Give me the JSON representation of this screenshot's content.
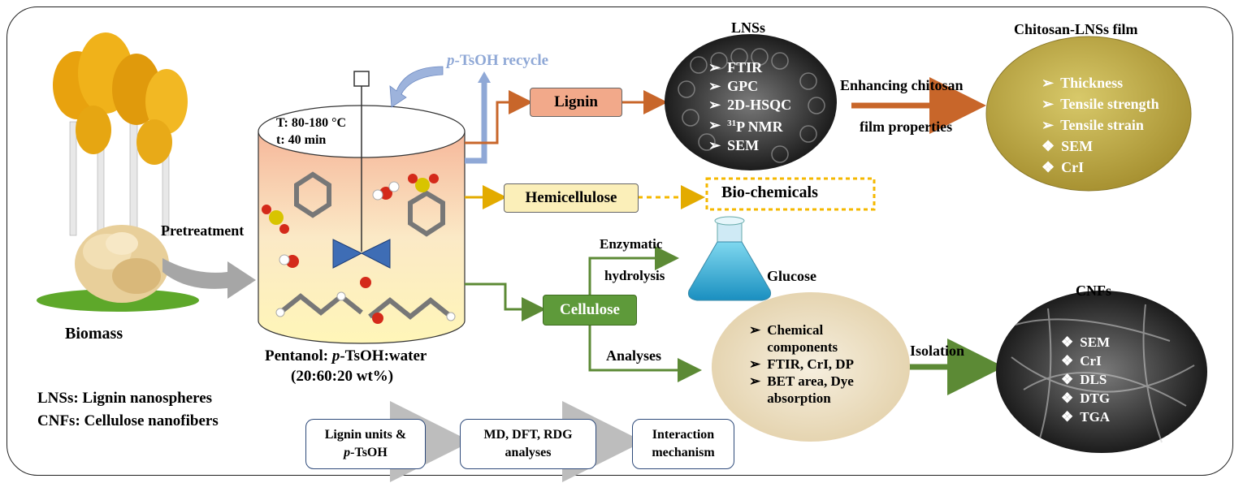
{
  "biomass_label": "Biomass",
  "pretreatment_label": "Pretreatment",
  "reactor": {
    "temperature": "T: 80-180 °C",
    "time": "t: 40 min",
    "solvent_line1": "Pentanol: p-TsOH:water",
    "solvent_line1_pre": "Pentanol: ",
    "solvent_line1_italic": "p",
    "solvent_line1_post": "-TsOH:water",
    "solvent_line2": "(20:60:20 wt%)"
  },
  "recycle": {
    "italic": "p",
    "rest": "-TsOH recycle"
  },
  "lignin_label": "Lignin",
  "hemicellulose_label": "Hemicellulose",
  "cellulose_label": "Cellulose",
  "biochemicals_label": "Bio-chemicals",
  "lnss": {
    "title": "LNSs",
    "items": [
      "FTIR",
      "GPC",
      "2D-HSQC",
      "SEM"
    ],
    "nmr_sup": "31",
    "nmr_rest": "P NMR"
  },
  "enhancing": {
    "line1": "Enhancing chitosan",
    "line2": "film properties"
  },
  "film": {
    "title": "Chitosan-LNSs film",
    "arrow_items": [
      "Thickness",
      "Tensile strength",
      "Tensile strain"
    ],
    "diamond_items": [
      "SEM",
      "CrI"
    ]
  },
  "enzymatic": {
    "line1": "Enzymatic",
    "line2": "hydrolysis"
  },
  "glucose_label": "Glucose",
  "analyses_label": "Analyses",
  "cellulose_analysis": {
    "items": [
      "Chemical components",
      "FTIR, CrI, DP",
      "BET area, Dye absorption"
    ]
  },
  "isolation_label": "Isolation",
  "cnfs": {
    "title": "CNFs",
    "items": [
      "SEM",
      "CrI",
      "DLS",
      "DTG",
      "TGA"
    ]
  },
  "legend": {
    "lnss": "LNSs:  Lignin nanospheres",
    "cnfs": "CNFs: Cellulose nanofibers"
  },
  "flow": {
    "box1_line1": "Lignin units &",
    "box1_line2_italic": "p",
    "box1_line2_rest": "-TsOH",
    "box2_line1": "MD, DFT, RDG",
    "box2_line2": "analyses",
    "box3_line1": "Interaction",
    "box3_line2": "mechanism"
  },
  "colors": {
    "lignin_pill": "#f2a98a",
    "hemicellulose_pill": "#fbefb9",
    "cellulose_pill": "#5e9a3a",
    "film_disc": "#c9b758",
    "dotted": "#f5b800",
    "recycle_text": "#8fa8d6"
  },
  "icons": [
    "tree-icon",
    "wood-chips-icon",
    "reactor-icon",
    "molecule-icon",
    "flask-icon",
    "sem-image-icon"
  ]
}
